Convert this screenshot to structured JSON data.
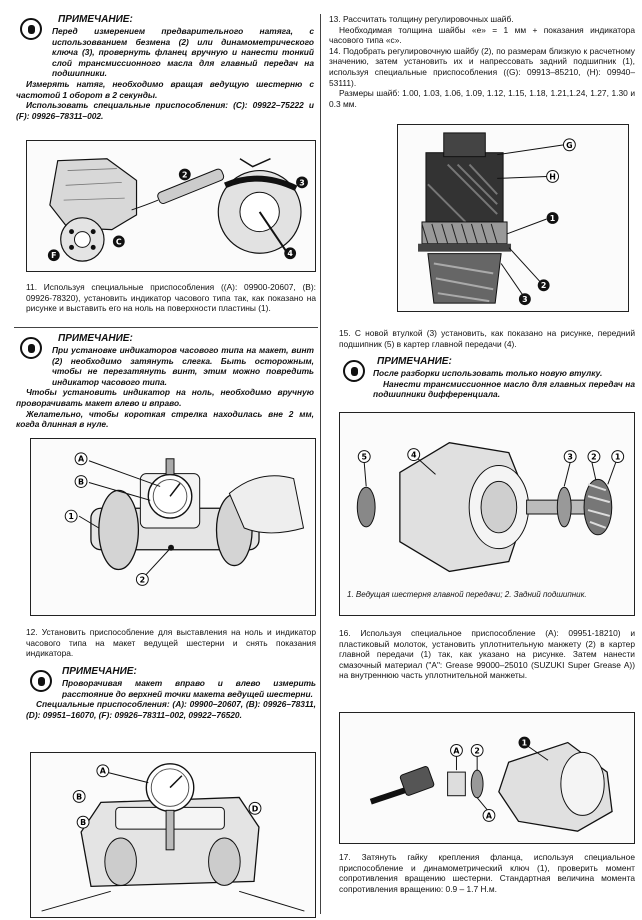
{
  "left": {
    "note1": {
      "title": "ПРИМЕЧАНИЕ:",
      "paragraphs": [
        "Перед измерением предварительного натяга, с использовванием безмена (2) или динамометрического ключа (3), провернуть фланец вручную и нанести тонкий слой трансмиссионного масла для главный передач на подшипники.",
        "Измерять натяг, необходимо вращая ведущую шестерню с частотой 1 оборот в 2 секунды.",
        "Использовать специальные приспособления: (C): 09922–75222 и (F): 09926–78311–002."
      ]
    },
    "fig1": {
      "labels": [
        "C",
        "F",
        "2",
        "3",
        "4"
      ]
    },
    "step11": "11. Используя специальные приспособления ((A): 09900-20607, (B): 09926-78320), установить индикатор часового типа так, как показано на рисунке и выставить его на ноль на поверхности пластины (1).",
    "note2": {
      "title": "ПРИМЕЧАНИЕ:",
      "paragraphs": [
        "При установке индикаторов часового типа на макет, винт (2) необходимо затянуть слегка. Быть осторожным, чтобы не перезатянуть винт, этим можно повредить индикатор часового типа.",
        "Чтобы установить индикатор на ноль, необходимо вручную проворачивать макет влево и вправо.",
        "Желательно, чтобы короткая стрелка находилась вне 2 мм, когда длинная в нуле."
      ]
    },
    "fig2": {
      "labels": [
        "A",
        "B",
        "1",
        "2"
      ]
    },
    "step12": "12. Установить приспособление для выставления на ноль и индикатор часового типа на макет ведущей шестерни и снять показания индикатора.",
    "note3": {
      "title": "ПРИМЕЧАНИЕ:",
      "paragraphs": [
        "Проворачивая макет вправо и влево измерить расстояние до верхней точки макета ведущей шестерни.",
        "Специальные приспособления: (A): 09900–20607, (B): 09926–78311, (D): 09951–16070, (F): 09926–78311–002, 09922–76520."
      ]
    },
    "fig3": {
      "labels": [
        "A",
        "B",
        "B",
        "D"
      ]
    }
  },
  "right": {
    "step13": "13. Рассчитать толщину регулировочных шайб.",
    "step13b": "Необходимая толщина шайбы «е» = 1 мм + показания индикатора часового типа «с».",
    "step14": "14. Подобрать регулировочную шайбу (2), по размерам близкую к расчетному значению, затем установить их и напрессовать задний подшипник (1), используя специальные приспособления ((G): 09913–85210, (H): 09940–53111).",
    "step14b": "Размеры шайб: 1.00, 1.03, 1.06, 1.09, 1.12, 1.15, 1.18, 1.21,1.24, 1.27, 1.30 и 0.3 мм.",
    "fig4": {
      "labels": [
        "G",
        "H",
        "1",
        "2",
        "3"
      ]
    },
    "step15": "15. С новой втулкой (3) установить, как показано на рисунке, передний подшипник (5) в картер главной передачи (4).",
    "note4": {
      "title": "ПРИМЕЧАНИЕ:",
      "paragraphs": [
        "После разборки использовать только новую втулку.",
        "Нанести трансмиссионное масло для главных передач на подшипники дифференциала."
      ]
    },
    "fig5": {
      "labels": [
        "5",
        "4",
        "3",
        "2",
        "1"
      ],
      "caption": "1. Ведущая шестерня главной передачи; 2. Задний подшипник."
    },
    "step16": "16. Используя специальное приспособление (A): 09951-18210) и пластиковый молоток, установить уплотнительную манжету (2) в картер главной передачи (1) так, как указано на рисунке. Затем нанести смазочный материал (\"A\": Grease 99000–25010 (SUZUKI Super Grease A)) на внутреннюю часть уплотнительной манжеты.",
    "fig6": {
      "labels": [
        "A",
        "2",
        "1",
        "A"
      ]
    },
    "step17": "17. Затянуть гайку крепления фланца, используя специальное приспособление и динамометрический ключ (1), проверить момент сопротивления вращению шестерни. Стандартная величина момента сопротивления вращению: 0.9 – 1.7 Н.м."
  }
}
